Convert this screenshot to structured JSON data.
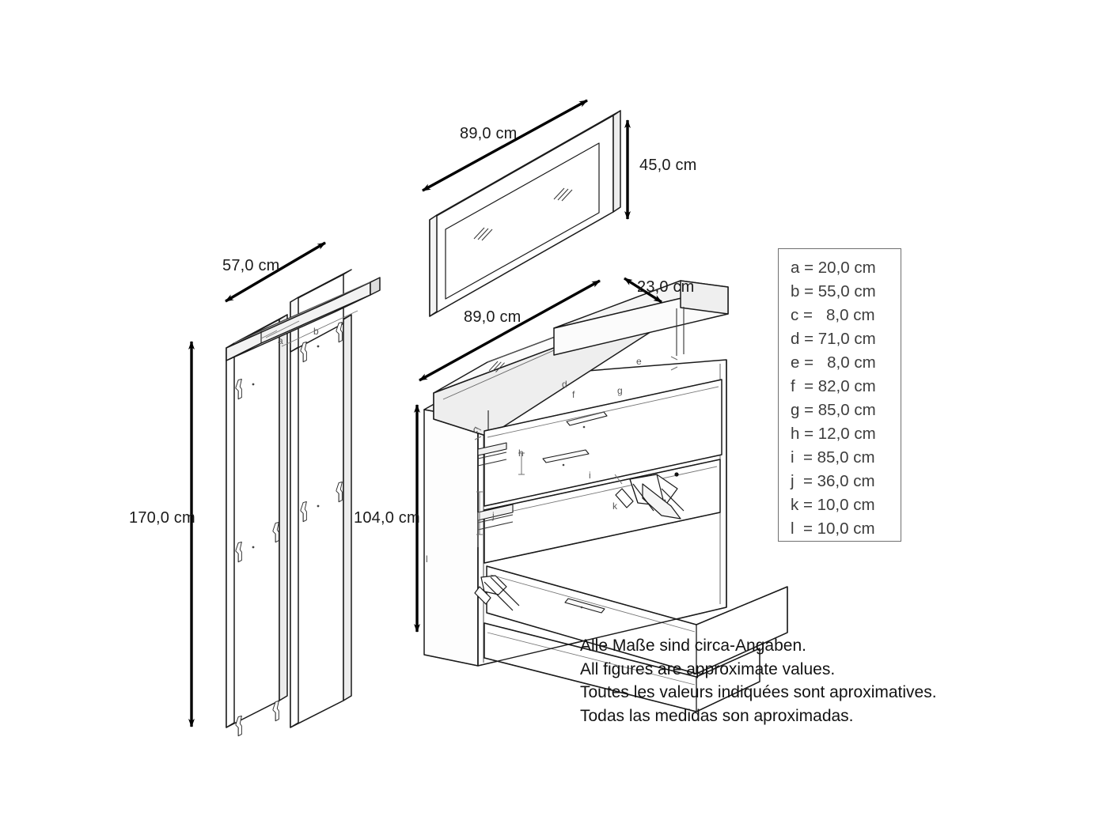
{
  "drawing": {
    "type": "furniture-assembly-dimension-diagram",
    "title_text": null,
    "stroke_color": "#1a1a1a",
    "dim_arrow_color": "#000000",
    "legend_border_color": "#6f6f6f",
    "legend_text_color": "#3d3d3d"
  },
  "dimensions": {
    "coat_rack_width": "57,0 cm",
    "coat_rack_height": "170,0 cm",
    "mirror_width": "89,0 cm",
    "mirror_height": "45,0 cm",
    "cabinet_width": "89,0 cm",
    "cabinet_depth": "23,0 cm",
    "cabinet_height": "104,0 cm"
  },
  "part_labels": {
    "a": "a",
    "b": "b",
    "c": "c",
    "d": "d",
    "e": "e",
    "f": "f",
    "g": "g",
    "h": "h",
    "i": "i",
    "j": "j",
    "k": "k",
    "l": "l"
  },
  "legend": {
    "rows": [
      {
        "key": "a",
        "eq": "=",
        "value": "20,0 cm",
        "text": "a = 20,0 cm"
      },
      {
        "key": "b",
        "eq": "=",
        "value": "55,0 cm",
        "text": "b = 55,0 cm"
      },
      {
        "key": "c",
        "eq": "=",
        "value": "8,0 cm",
        "text": "c =   8,0 cm"
      },
      {
        "key": "d",
        "eq": "=",
        "value": "71,0 cm",
        "text": "d = 71,0 cm"
      },
      {
        "key": "e",
        "eq": "=",
        "value": "8,0 cm",
        "text": "e =   8,0 cm"
      },
      {
        "key": "f",
        "eq": "=",
        "value": "82,0 cm",
        "text": "f  = 82,0 cm"
      },
      {
        "key": "g",
        "eq": "=",
        "value": "85,0 cm",
        "text": "g = 85,0 cm"
      },
      {
        "key": "h",
        "eq": "=",
        "value": "12,0 cm",
        "text": "h = 12,0 cm"
      },
      {
        "key": "i",
        "eq": "=",
        "value": "85,0 cm",
        "text": "i  = 85,0 cm"
      },
      {
        "key": "j",
        "eq": "=",
        "value": "36,0 cm",
        "text": "j  = 36,0 cm"
      },
      {
        "key": "k",
        "eq": "=",
        "value": "10,0 cm",
        "text": "k = 10,0 cm"
      },
      {
        "key": "l",
        "eq": "=",
        "value": "10,0 cm",
        "text": "l  = 10,0 cm"
      }
    ]
  },
  "notes": {
    "de": "Alle Maße sind circa-Angaben.",
    "en": "All figures are approximate values.",
    "fr": "Toutes les valeurs indiquées sont aproximatives.",
    "es": "Todas las medidas son aproximadas."
  }
}
